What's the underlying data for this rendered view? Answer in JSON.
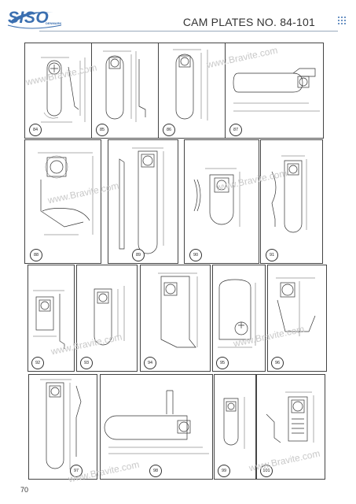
{
  "header": {
    "logo_text": "SISO",
    "logo_sub": "DENMARK",
    "title": "CAM PLATES NO. 84-101"
  },
  "watermark": "www.Bravite.com",
  "page_number": "70",
  "panels": [
    "84",
    "85",
    "86",
    "87",
    "88",
    "89",
    "90",
    "91",
    "92",
    "93",
    "94",
    "95",
    "96",
    "97",
    "98",
    "99",
    "101"
  ],
  "colors": {
    "brand": "#3b6fb0",
    "line": "#333333"
  }
}
